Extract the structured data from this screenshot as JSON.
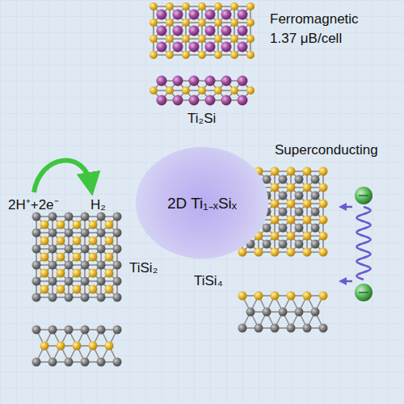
{
  "diagram": {
    "nodes": [
      {
        "text": [
          "2D Ti₁₋ₓSiₓ"
        ]
      }
    ],
    "labels": [
      "Ferromagnetic",
      "1.37 μB/cell",
      "Ti₂Si",
      "2H⁺+2e⁻",
      "H₂",
      "Superconducting",
      "TiSi₂",
      "TiSi₄"
    ]
  }
}
